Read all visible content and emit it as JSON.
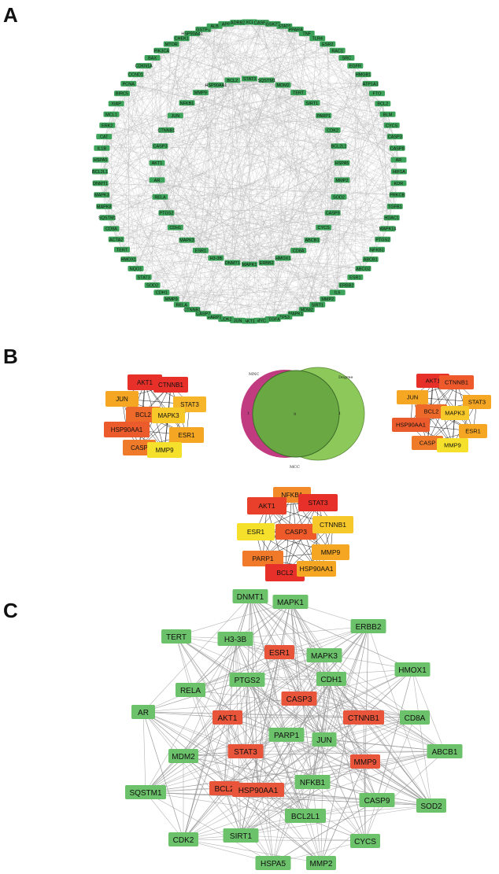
{
  "panels": {
    "a": "A",
    "b": "B",
    "c": "C"
  },
  "network_a": {
    "outer": [
      "CXCL8",
      "CASP9",
      "GSK3B",
      "STAT6",
      "PPARA",
      "TNF",
      "TLR4",
      "ESR2",
      "RAC1",
      "SRC",
      "EGFR",
      "HMGB1",
      "ATP1A1",
      "FTO",
      "BCL2",
      "BLM",
      "CYCS",
      "CASP3",
      "CASP8",
      "AR",
      "HIF1A",
      "KDR",
      "PRKCB",
      "TGFB1",
      "HDAC1",
      "MAPK14",
      "PTGS2",
      "NFKB1",
      "ABCB1",
      "ABCG2",
      "ESR1",
      "ERBB2",
      "IL6",
      "MMP2",
      "SIRT1",
      "MDM2",
      "MAPK1",
      "TP53",
      "VEGFA",
      "MYC",
      "AKT1",
      "JUN",
      "CDK2",
      "PARP1",
      "CASP7",
      "CTNNB1",
      "RELA",
      "MMP9",
      "CDH1",
      "SOD2",
      "STAT3",
      "NQO1",
      "HMOX1",
      "TERT",
      "ACTA2",
      "CD8A",
      "SQSTM1",
      "MAPK8",
      "MAPK3",
      "DNMT1",
      "BCL2L1",
      "HSPA5",
      "IL1B",
      "CAT",
      "ERK2",
      "MCL1",
      "XIAP",
      "BIRC5",
      "PCNA",
      "CCND1",
      "CDKN1A",
      "BAX",
      "PIK3CA",
      "MTOR",
      "CHEK1",
      "HSP90AA1",
      "GSTP1",
      "ALB",
      "APP",
      "ADRB2"
    ],
    "inner": [
      "STAT3",
      "SQSTM1",
      "MDM2",
      "TERT",
      "SIRT1",
      "PARP1",
      "CDK2",
      "BCL2L1",
      "HSPA5",
      "MMP2",
      "SOD2",
      "CASP9",
      "CYCS",
      "ABCB1",
      "CD8A",
      "HMOX1",
      "ERBB2",
      "MAPK1",
      "DNMT1",
      "H3-3B",
      "ESR1",
      "MAPK3",
      "CDH1",
      "PTGS2",
      "RELA",
      "AR",
      "AKT1",
      "CASP3",
      "CTNNB1",
      "JUN",
      "NFKB1",
      "MMP9",
      "HSP90AA1",
      "BCL2"
    ]
  },
  "cluster_mnc": {
    "nodes": [
      {
        "label": "AKT1",
        "color": "#e8302a"
      },
      {
        "label": "CTNNB1",
        "color": "#e8302a"
      },
      {
        "label": "JUN",
        "color": "#f5a623"
      },
      {
        "label": "STAT3",
        "color": "#f7b52a"
      },
      {
        "label": "BCL2",
        "color": "#ee6a2a"
      },
      {
        "label": "MAPK3",
        "color": "#f7c82a"
      },
      {
        "label": "HSP90AA1",
        "color": "#ec5b2c"
      },
      {
        "label": "ESR1",
        "color": "#f5a623"
      },
      {
        "label": "CASP",
        "color": "#ef7a2a"
      },
      {
        "label": "MMP9",
        "color": "#f5e12b"
      }
    ]
  },
  "cluster_degree": {
    "nodes": [
      {
        "label": "AKT1",
        "color": "#e8302a"
      },
      {
        "label": "CTNNB1",
        "color": "#ef5a2c"
      },
      {
        "label": "JUN",
        "color": "#f5a623"
      },
      {
        "label": "STAT3",
        "color": "#f5a623"
      },
      {
        "label": "BCL2",
        "color": "#ee6a2a"
      },
      {
        "label": "MAPK3",
        "color": "#f7c82a"
      },
      {
        "label": "HSP90AA1",
        "color": "#ec5b2c"
      },
      {
        "label": "ESR1",
        "color": "#f5a623"
      },
      {
        "label": "CASP",
        "color": "#ef7a2a"
      },
      {
        "label": "MMP9",
        "color": "#f5e12b"
      }
    ]
  },
  "cluster_mcc": {
    "nodes": [
      {
        "label": "NFKB1",
        "color": "#f28a2a"
      },
      {
        "label": "AKT1",
        "color": "#e8402a"
      },
      {
        "label": "STAT3",
        "color": "#e8302a"
      },
      {
        "label": "ESR1",
        "color": "#f5e12b"
      },
      {
        "label": "CASP3",
        "color": "#ee5a2a"
      },
      {
        "label": "CTNNB1",
        "color": "#f7c82a"
      },
      {
        "label": "PARP1",
        "color": "#f07a2a"
      },
      {
        "label": "MMP9",
        "color": "#f5a623"
      },
      {
        "label": "BCL2",
        "color": "#e8302a"
      },
      {
        "label": "HSP90AA1",
        "color": "#f5a623"
      }
    ]
  },
  "venn": {
    "left_label": "MNC",
    "right_label": "Degree",
    "bottom_label": "MCC",
    "left_only": "1",
    "center": "9",
    "right_only": "1"
  },
  "network_c": {
    "nodes": [
      {
        "label": "DNMT1",
        "hub": false
      },
      {
        "label": "MAPK1",
        "hub": false
      },
      {
        "label": "ERBB2",
        "hub": false
      },
      {
        "label": "TERT",
        "hub": false
      },
      {
        "label": "H3-3B",
        "hub": false
      },
      {
        "label": "ESR1",
        "hub": true
      },
      {
        "label": "MAPK3",
        "hub": false
      },
      {
        "label": "HMOX1",
        "hub": false
      },
      {
        "label": "RELA",
        "hub": false
      },
      {
        "label": "PTGS2",
        "hub": false
      },
      {
        "label": "CDH1",
        "hub": false
      },
      {
        "label": "CASP3",
        "hub": true
      },
      {
        "label": "AR",
        "hub": false
      },
      {
        "label": "AKT1",
        "hub": true
      },
      {
        "label": "CTNNB1",
        "hub": true
      },
      {
        "label": "CD8A",
        "hub": false
      },
      {
        "label": "PARP1",
        "hub": false
      },
      {
        "label": "JUN",
        "hub": false
      },
      {
        "label": "MDM2",
        "hub": false
      },
      {
        "label": "STAT3",
        "hub": true
      },
      {
        "label": "MMP9",
        "hub": true
      },
      {
        "label": "ABCB1",
        "hub": false
      },
      {
        "label": "SQSTM1",
        "hub": false
      },
      {
        "label": "BCL2",
        "hub": true
      },
      {
        "label": "HSP90AA1",
        "hub": true
      },
      {
        "label": "NFKB1",
        "hub": false
      },
      {
        "label": "CASP9",
        "hub": false
      },
      {
        "label": "SOD2",
        "hub": false
      },
      {
        "label": "BCL2L1",
        "hub": false
      },
      {
        "label": "CDK2",
        "hub": false
      },
      {
        "label": "SIRT1",
        "hub": false
      },
      {
        "label": "CYCS",
        "hub": false
      },
      {
        "label": "HSPA5",
        "hub": false
      },
      {
        "label": "MMP2",
        "hub": false
      }
    ],
    "colors": {
      "hub": "#e8553a",
      "other": "#6cc16b"
    }
  }
}
